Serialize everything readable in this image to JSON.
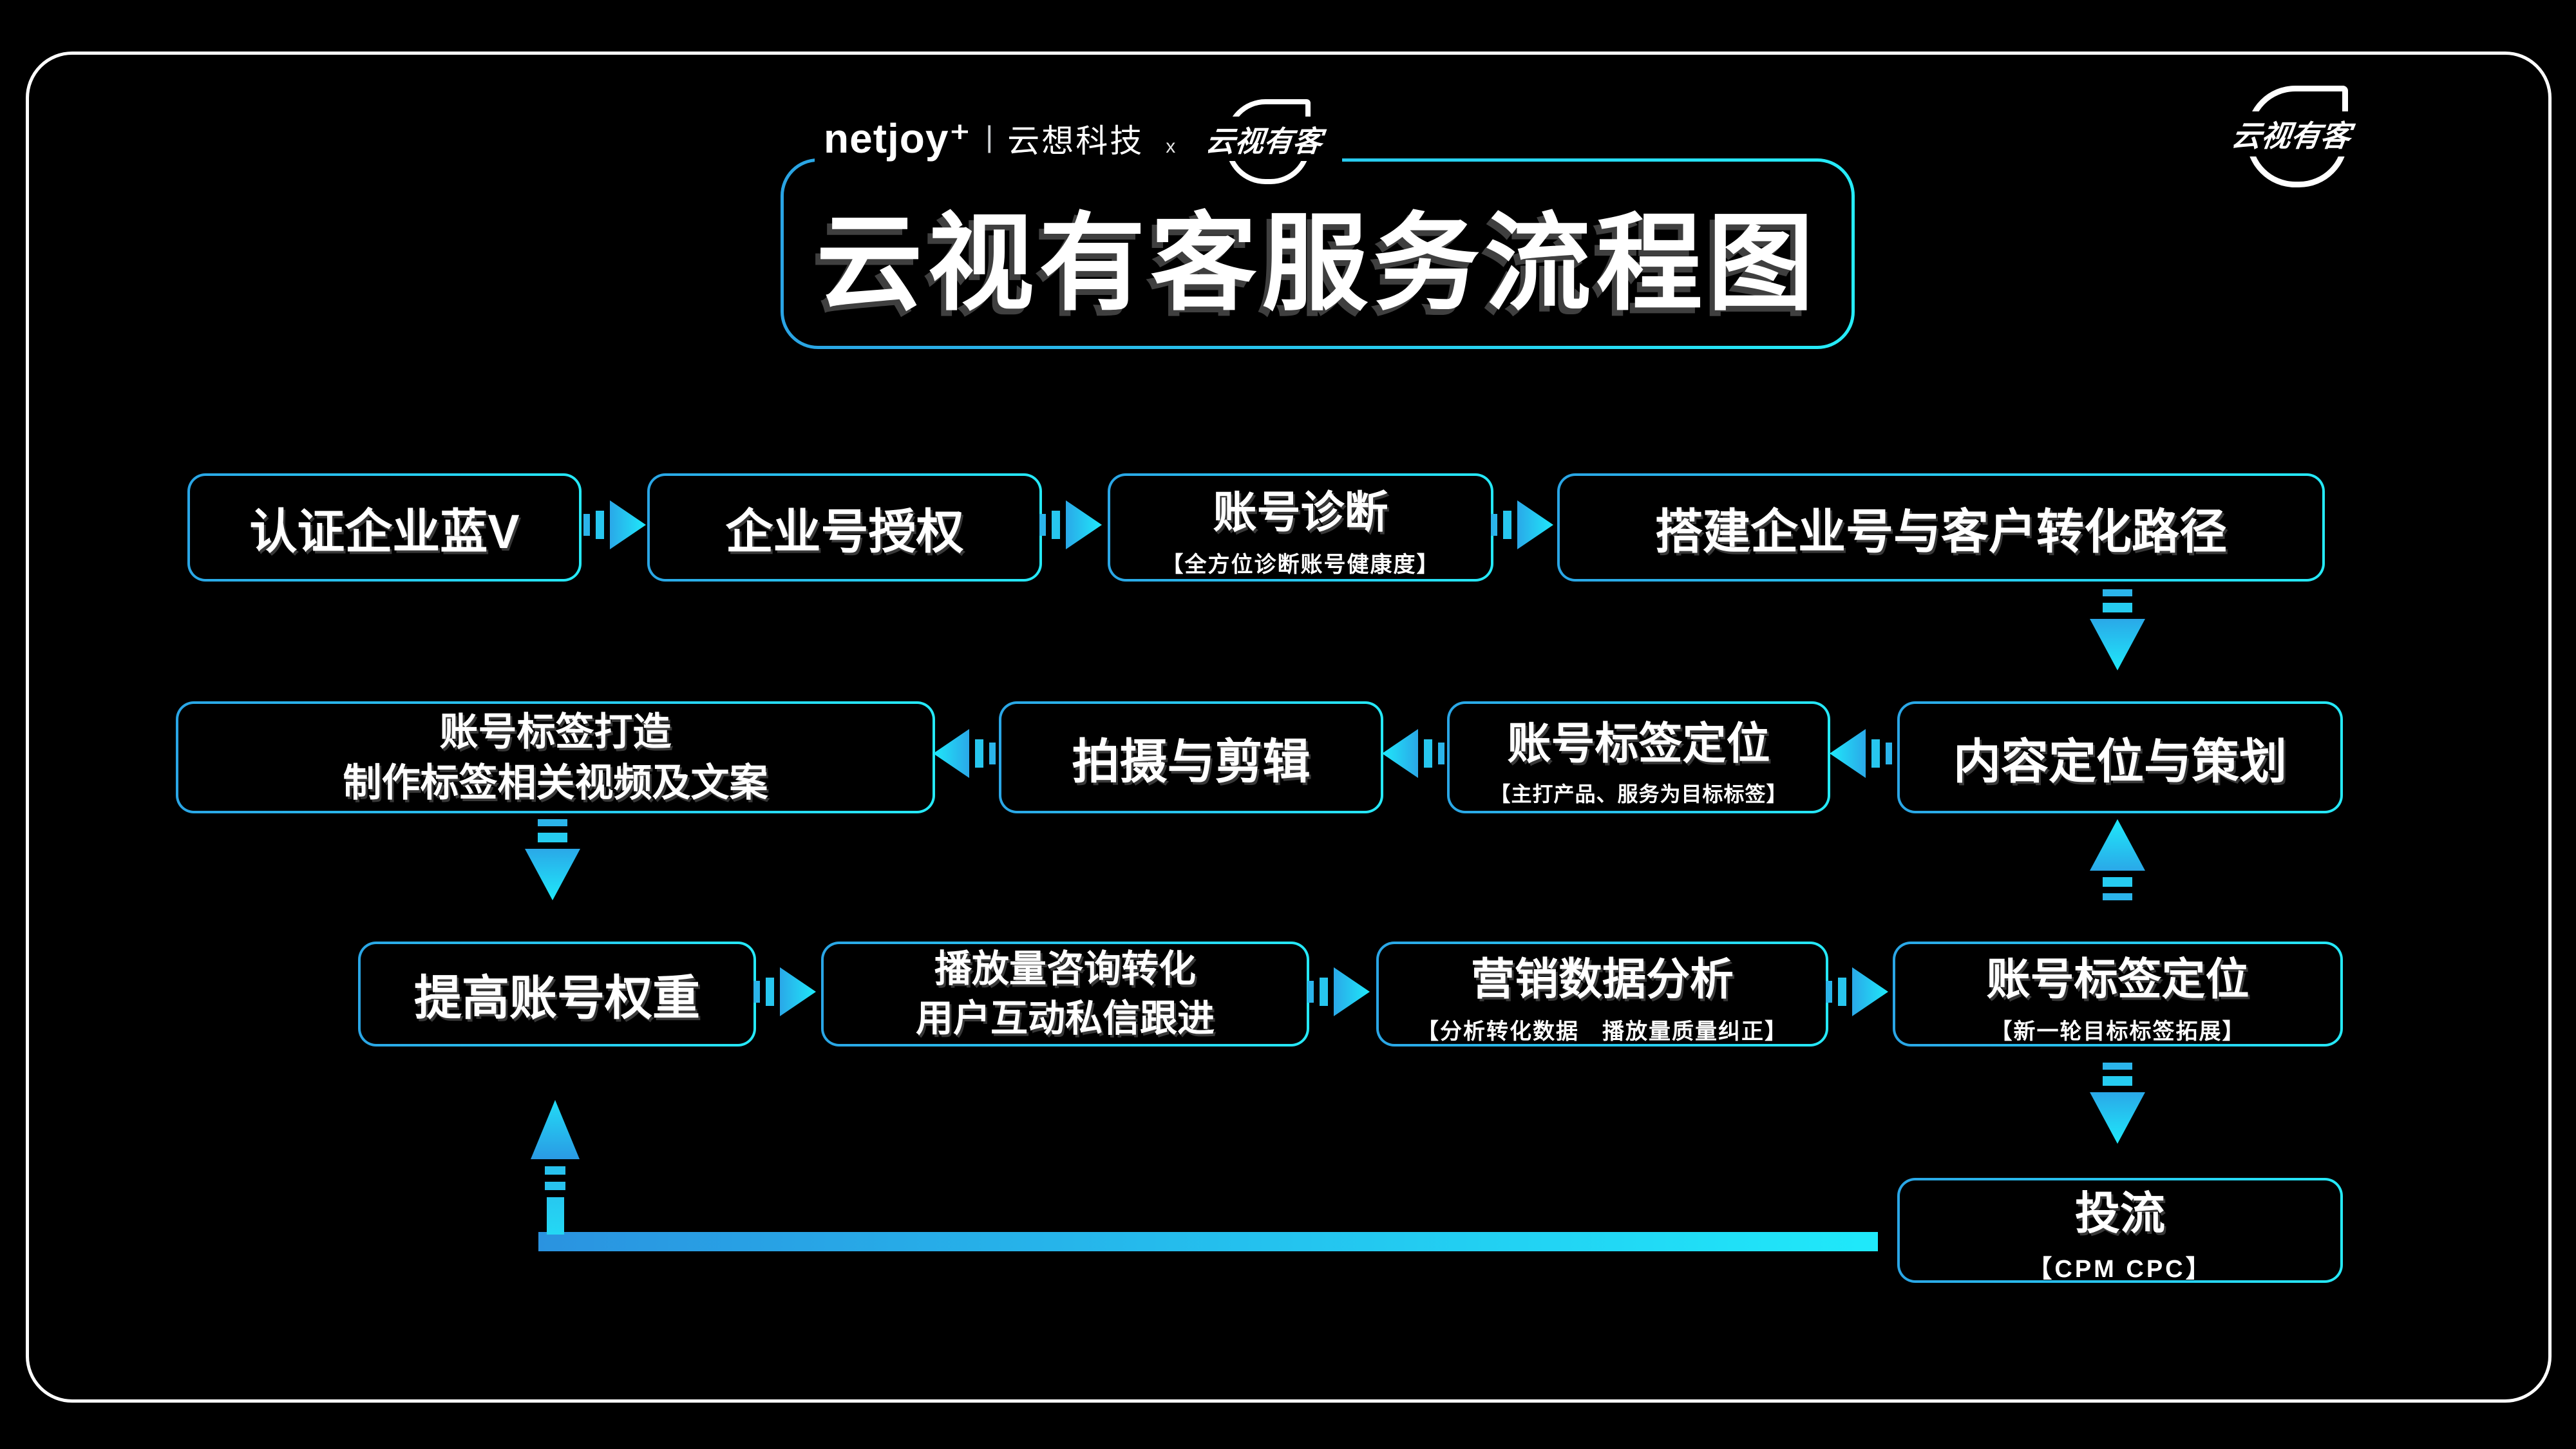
{
  "brand": {
    "netjoy": "netjoy⁺",
    "divider": "|",
    "company": "云想科技",
    "xmark": "x",
    "badge": "云视有客"
  },
  "corner_badge": "云视有客",
  "title": "云视有客服务流程图",
  "colors": {
    "background": "#000000",
    "frame": "#ffffff",
    "box_border_start": "#2aa6e6",
    "box_border_end": "#25e9f8",
    "arrow_start": "#2aa8e8",
    "arrow_end": "#1fe9fa",
    "text": "#ffffff"
  },
  "flow": {
    "row1": [
      {
        "label": "认证企业蓝V"
      },
      {
        "label": "企业号授权"
      },
      {
        "label": "账号诊断",
        "sub": "【全方位诊断账号健康度】"
      },
      {
        "label": "搭建企业号与客户转化路径"
      }
    ],
    "row2": [
      {
        "label": "账号标签打造",
        "label2": "制作标签相关视频及文案"
      },
      {
        "label": "拍摄与剪辑"
      },
      {
        "label": "账号标签定位",
        "sub": "【主打产品、服务为目标标签】"
      },
      {
        "label": "内容定位与策划"
      }
    ],
    "row3": [
      {
        "label": "提高账号权重"
      },
      {
        "label": "播放量咨询转化",
        "label2": "用户互动私信跟进"
      },
      {
        "label": "营销数据分析",
        "sub": "【分析转化数据　播放量质量纠正】"
      },
      {
        "label": "账号标签定位",
        "sub": "【新一轮目标标签拓展】"
      }
    ],
    "final": {
      "label": "投流",
      "sub": "【CPM CPC】"
    }
  }
}
